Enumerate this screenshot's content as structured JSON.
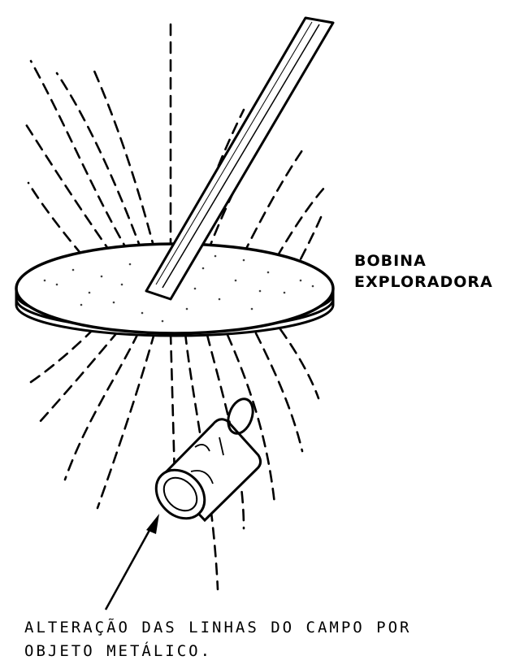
{
  "labels": {
    "coil_line1": "BOBINA",
    "coil_line2": "EXPLORADORA",
    "caption_line1": "ALTERAÇÃO DAS LINHAS DO CAMPO POR",
    "caption_line2": "OBJETO METÁLICO."
  },
  "elements": {
    "field_lines": "dashed magnetic field lines",
    "coil": "search coil disc",
    "handle": "detector handle",
    "object": "metal object",
    "arrow": "pointer arrow"
  }
}
